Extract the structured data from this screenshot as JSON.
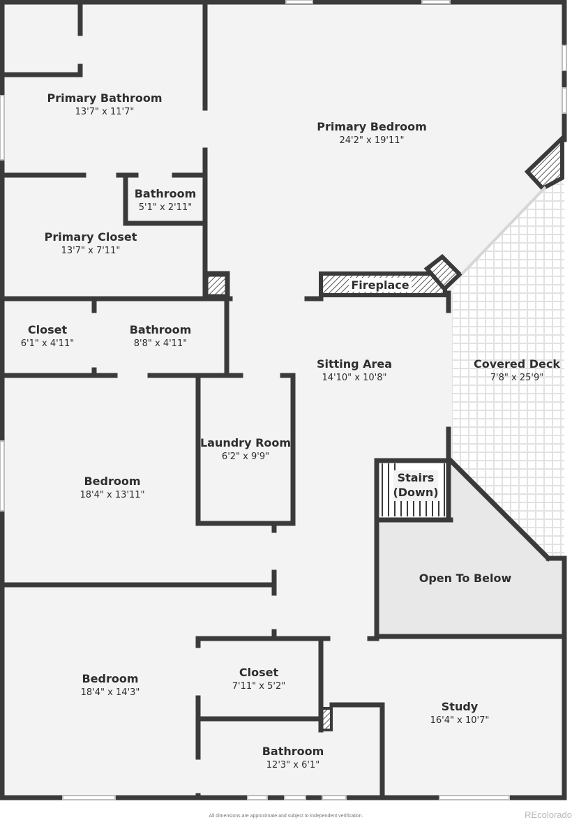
{
  "rooms": {
    "primary_bathroom": {
      "name": "Primary Bathroom",
      "dim": "13'7\" x 11'7\""
    },
    "primary_bedroom": {
      "name": "Primary Bedroom",
      "dim": "24'2\" x 19'11\""
    },
    "bathroom_small": {
      "name": "Bathroom",
      "dim": "5'1\" x 2'11\""
    },
    "primary_closet": {
      "name": "Primary Closet",
      "dim": "13'7\" x 7'11\""
    },
    "fireplace": {
      "name": "Fireplace"
    },
    "closet_upper": {
      "name": "Closet",
      "dim": "6'1\" x 4'11\""
    },
    "bathroom_mid": {
      "name": "Bathroom",
      "dim": "8'8\" x 4'11\""
    },
    "sitting_area": {
      "name": "Sitting Area",
      "dim": "14'10\" x 10'8\""
    },
    "covered_deck": {
      "name": "Covered Deck",
      "dim": "7'8\" x 25'9\""
    },
    "laundry_room": {
      "name": "Laundry Room",
      "dim": "6'2\" x 9'9\""
    },
    "bedroom_1": {
      "name": "Bedroom",
      "dim": "18'4\" x 13'11\""
    },
    "stairs": {
      "line1": "Stairs",
      "line2": "(Down)"
    },
    "open_to_below": {
      "name": "Open To Below"
    },
    "bedroom_2": {
      "name": "Bedroom",
      "dim": "18'4\" x 14'3\""
    },
    "closet_lower": {
      "name": "Closet",
      "dim": "7'11\" x 5'2\""
    },
    "study": {
      "name": "Study",
      "dim": "16'4\" x 10'7\""
    },
    "bathroom_lower": {
      "name": "Bathroom",
      "dim": "12'3\" x 6'1\""
    }
  },
  "footer": {
    "disclaimer": "All dimensions are approximate and subject to independent verification."
  },
  "watermark": "REcolorado",
  "colors": {
    "floor": "#f3f3f3",
    "wall": "#3a3a3a",
    "open_below": "#e8e8e8",
    "deck": "#ffffff"
  }
}
